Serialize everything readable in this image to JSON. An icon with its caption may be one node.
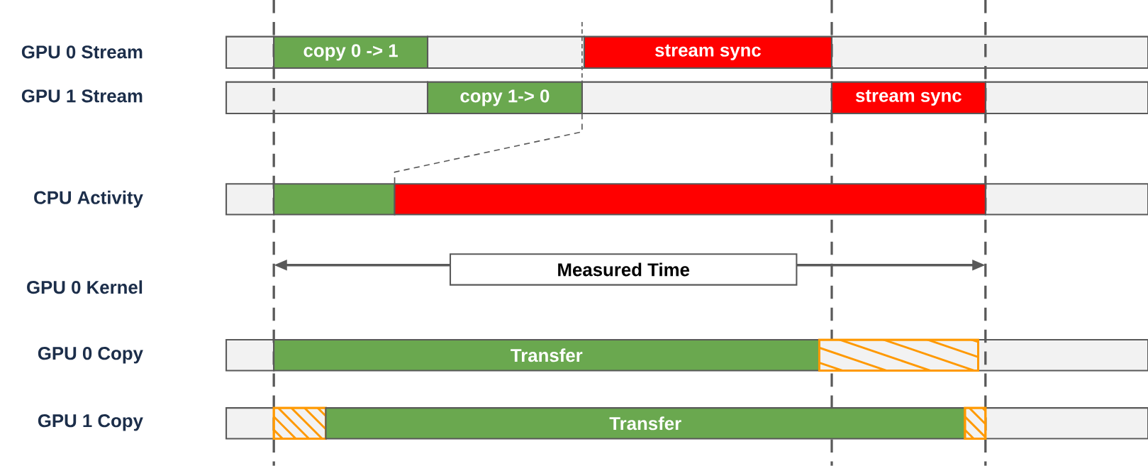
{
  "diagram": {
    "nodes": [
      {
        "text": [
          "copy 0 -> 1"
        ]
      },
      {
        "text": [
          "stream sync"
        ]
      },
      {
        "text": [
          "copy 1-> 0"
        ]
      },
      {
        "text": [
          "stream sync"
        ]
      },
      {
        "text": [],
        "shape": "bar"
      },
      {
        "text": [],
        "shape": "bar"
      },
      {
        "text": [
          "Measured Time"
        ]
      },
      {
        "text": [
          "Transfer"
        ]
      },
      {
        "text": [],
        "shape": "bar"
      },
      {
        "text": [],
        "shape": "bar"
      },
      {
        "text": [
          "Transfer"
        ]
      },
      {
        "text": [],
        "shape": "bar"
      }
    ],
    "edges": [
      {
        "from": 2,
        "to": 5,
        "arrow": "none",
        "style": "dashed"
      }
    ],
    "labels": [
      "GPU 0 Stream",
      "GPU 1 Stream",
      "CPU Activity",
      "GPU 0 Kernel",
      "GPU 0 Copy",
      "GPU 1 Copy"
    ]
  }
}
